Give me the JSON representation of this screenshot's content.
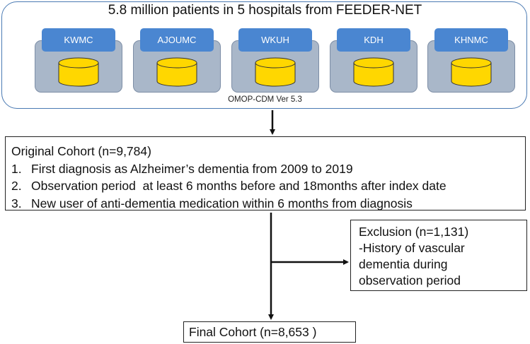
{
  "source_panel": {
    "title": "5.8 million patients in 5 hospitals from FEEDER-NET",
    "hospitals": [
      "KWMC",
      "AJOUMC",
      "WKUH",
      "KDH",
      "KHNMC"
    ],
    "footer": "OMOP-CDM Ver 5.3",
    "colors": {
      "label_fill": "#4a86d1",
      "card_fill": "#a9b7c9",
      "database_fill": "#ffd700",
      "panel_border": "#4a7ab3"
    }
  },
  "original_cohort": {
    "title": "Original Cohort (n=9,784)",
    "criteria": [
      {
        "num": "1.",
        "text": "First diagnosis as Alzheimer’s dementia from 2009 to 2019"
      },
      {
        "num": "2.",
        "text": "Observation period  at least 6 months before and 18months after index date"
      },
      {
        "num": "3.",
        "text": "New user of anti-dementia medication within 6 months from diagnosis"
      }
    ]
  },
  "exclusion": {
    "lines": [
      "Exclusion (n=1,131)",
      "-History of vascular",
      "dementia during",
      "observation period"
    ]
  },
  "final_cohort": {
    "title": "Final Cohort (n=8,653 )"
  }
}
